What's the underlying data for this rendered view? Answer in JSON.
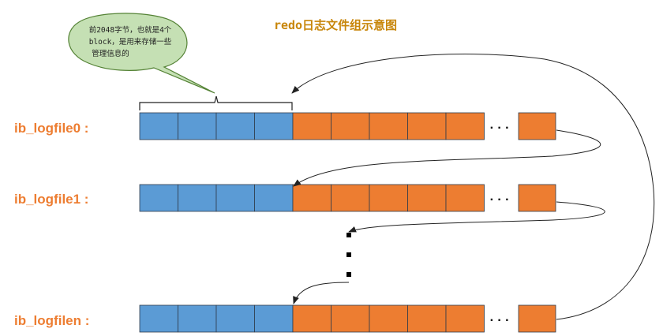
{
  "title": "redo日志文件组示意图",
  "callout": {
    "lines": [
      "前2048字节，也就是4个",
      "block，是用来存储一些",
      "管理信息的"
    ]
  },
  "files": [
    {
      "label": "ib_logfile0 :"
    },
    {
      "label": "ib_logfile1 :"
    },
    {
      "label": "ib_logfilen :"
    }
  ],
  "ellipsis": "· · ·",
  "colors": {
    "header_block": "#5b9bd5",
    "data_block": "#ed7d31",
    "title": "#c8860a",
    "label": "#ed7d31",
    "callout_fill": "#c5e0b4",
    "callout_stroke": "#548235"
  }
}
